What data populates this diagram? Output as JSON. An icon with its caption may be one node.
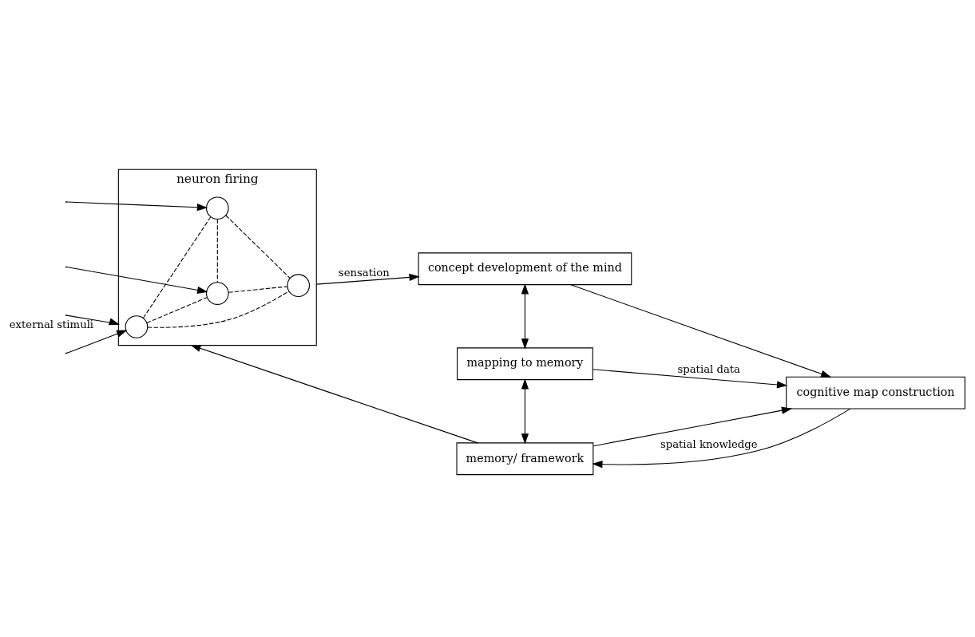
{
  "diagram": {
    "nodes": [
      {
        "text": [
          "neuron firing"
        ]
      },
      {
        "text": [],
        "shape": "circle",
        "in": 0
      },
      {
        "text": [],
        "shape": "circle",
        "in": 0
      },
      {
        "text": [],
        "shape": "circle",
        "in": 0
      },
      {
        "text": [],
        "shape": "circle",
        "in": 0
      },
      {
        "text": [
          "concept development of the mind"
        ]
      },
      {
        "text": [
          "mapping to memory"
        ]
      },
      {
        "text": [
          "cognitive map construction"
        ]
      },
      {
        "text": [
          "memory/ framework"
        ]
      }
    ],
    "edges": [
      {
        "from": null,
        "to": 0,
        "arrow": "to",
        "label": "external stimuli"
      },
      {
        "from": null,
        "to": 1,
        "arrow": "to"
      },
      {
        "from": null,
        "to": 2,
        "arrow": "to"
      },
      {
        "from": null,
        "to": 4,
        "arrow": "to"
      },
      {
        "from": 1,
        "to": 2,
        "arrow": "none",
        "style": "dashed"
      },
      {
        "from": 1,
        "to": 3,
        "arrow": "none",
        "style": "dashed"
      },
      {
        "from": 1,
        "to": 4,
        "arrow": "none",
        "style": "dashed"
      },
      {
        "from": 2,
        "to": 3,
        "arrow": "none",
        "style": "dashed"
      },
      {
        "from": 2,
        "to": 4,
        "arrow": "none",
        "style": "dashed"
      },
      {
        "from": 3,
        "to": 4,
        "arrow": "none",
        "style": "dashed"
      },
      {
        "from": 0,
        "to": 5,
        "arrow": "to",
        "label": "sensation"
      },
      {
        "from": 5,
        "to": 6,
        "arrow": "both"
      },
      {
        "from": 5,
        "to": 7,
        "arrow": "to"
      },
      {
        "from": 6,
        "to": 7,
        "arrow": "to",
        "label": "spatial data"
      },
      {
        "from": 8,
        "to": 7,
        "arrow": "to"
      },
      {
        "from": 7,
        "to": 8,
        "arrow": "to",
        "label": "spatial knowledge"
      },
      {
        "from": 6,
        "to": 8,
        "arrow": "both"
      },
      {
        "from": 8,
        "to": 0,
        "arrow": "to"
      }
    ]
  }
}
